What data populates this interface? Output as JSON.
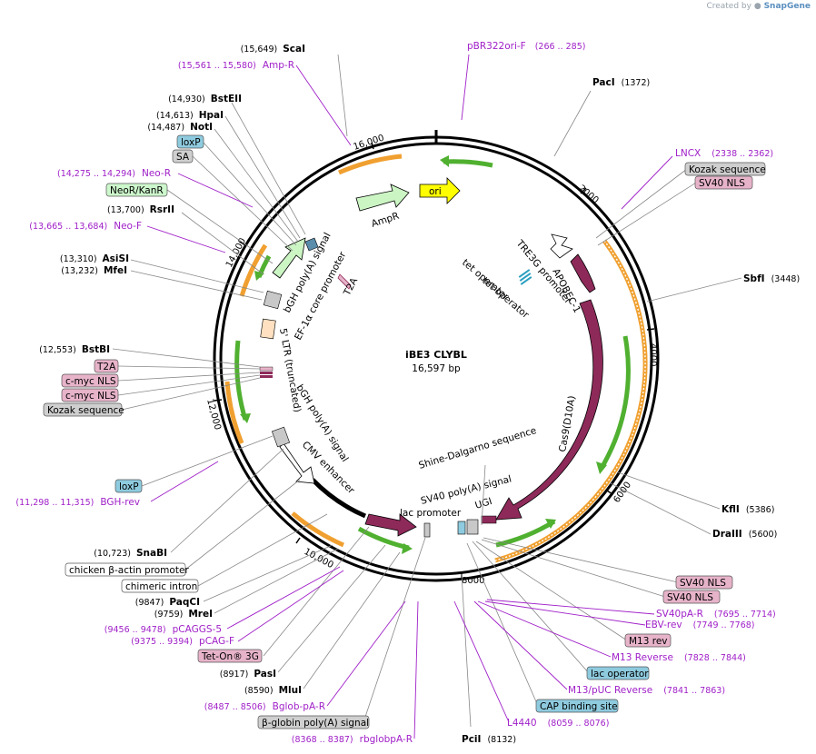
{
  "brand": {
    "prefix": "Created by",
    "name": "SnapGene"
  },
  "plasmid": {
    "name": "iBE3 CLYBL",
    "size": "16,597 bp",
    "length": 16597
  },
  "colors": {
    "line": "#888888",
    "primer": "#a020c8",
    "orange": "#f0a030",
    "green": "#50b030",
    "maroon": "#8e2a5a",
    "light_green": "#ccf5c4",
    "yellow": "#ffff00",
    "blue_box": "#8ecbdf",
    "pink_box": "#e7b3c9",
    "grey_box": "#cfcfcf",
    "mint_box": "#cdf7cc",
    "white_box": "#ffffff"
  },
  "ticks": [
    {
      "label": "2000",
      "bp": 2000
    },
    {
      "label": "4000",
      "bp": 4000
    },
    {
      "label": "6000",
      "bp": 6000
    },
    {
      "label": "8000",
      "bp": 8000
    },
    {
      "label": "10,000",
      "bp": 10000
    },
    {
      "label": "12,000",
      "bp": 12000
    },
    {
      "label": "14,000",
      "bp": 14000
    },
    {
      "label": "16,000",
      "bp": 16000
    }
  ],
  "enzymes": [
    {
      "name": "ScaI",
      "pos": "(15,649)",
      "side": "L",
      "bp": 15649
    },
    {
      "name": "BstEII",
      "pos": "(14,930)",
      "side": "L",
      "bp": 14930
    },
    {
      "name": "HpaI",
      "pos": "(14,613)",
      "side": "L",
      "bp": 14613
    },
    {
      "name": "NotI",
      "pos": "(14,487)",
      "side": "L",
      "bp": 14487
    },
    {
      "name": "RsrII",
      "pos": "(13,700)",
      "side": "L",
      "bp": 13700
    },
    {
      "name": "AsiSI",
      "pos": "(13,310)",
      "side": "L",
      "bp": 13310
    },
    {
      "name": "MfeI",
      "pos": "(13,232)",
      "side": "L",
      "bp": 13232
    },
    {
      "name": "BstBI",
      "pos": "(12,553)",
      "side": "L",
      "bp": 12553
    },
    {
      "name": "SnaBI",
      "pos": "(10,723)",
      "side": "L",
      "bp": 10723
    },
    {
      "name": "PaqCI",
      "pos": "(9847)",
      "side": "L",
      "bp": 9847
    },
    {
      "name": "MreI",
      "pos": "(9759)",
      "side": "L",
      "bp": 9759
    },
    {
      "name": "PasI",
      "pos": "(8917)",
      "side": "L",
      "bp": 8917
    },
    {
      "name": "MluI",
      "pos": "(8590)",
      "side": "L",
      "bp": 8590
    },
    {
      "name": "PacI",
      "pos": "(1372)",
      "side": "R",
      "bp": 1372
    },
    {
      "name": "SbfI",
      "pos": "(3448)",
      "side": "R",
      "bp": 3448
    },
    {
      "name": "KflI",
      "pos": "(5386)",
      "side": "R",
      "bp": 5386
    },
    {
      "name": "DraIII",
      "pos": "(5600)",
      "side": "R",
      "bp": 5600
    },
    {
      "name": "PciI",
      "pos": "(8132)",
      "side": "B",
      "bp": 8132
    }
  ],
  "primers": [
    {
      "name": "pBR322ori-F",
      "range": "(266 .. 285)",
      "bp": 266
    },
    {
      "name": "Amp-R",
      "range": "(15,561 .. 15,580)",
      "bp": 15570
    },
    {
      "name": "Neo-R",
      "range": "(14,275 .. 14,294)",
      "bp": 14285
    },
    {
      "name": "Neo-F",
      "range": "(13,665 .. 13,684)",
      "bp": 13675
    },
    {
      "name": "BGH-rev",
      "range": "(11,298 .. 11,315)",
      "bp": 11306
    },
    {
      "name": "pCAGGS-5",
      "range": "(9456 .. 9478)",
      "bp": 9467
    },
    {
      "name": "pCAG-F",
      "range": "(9375 .. 9394)",
      "bp": 9385
    },
    {
      "name": "Bglob-pA-R",
      "range": "(8487 .. 8506)",
      "bp": 8496
    },
    {
      "name": "rbglobpA-R",
      "range": "(8368 .. 8387)",
      "bp": 8377
    },
    {
      "name": "LNCX",
      "range": "(2338 .. 2362)",
      "bp": 2350
    },
    {
      "name": "SV40pA-R",
      "range": "(7695 .. 7714)",
      "bp": 7704
    },
    {
      "name": "EBV-rev",
      "range": "(7749 .. 7768)",
      "bp": 7758
    },
    {
      "name": "M13 Reverse",
      "range": "(7828 .. 7844)",
      "bp": 7836
    },
    {
      "name": "M13/pUC Reverse",
      "range": "(7841 .. 7863)",
      "bp": 7852
    },
    {
      "name": "L4440",
      "range": "(8059 .. 8076)",
      "bp": 8067
    }
  ],
  "boxed_features": [
    {
      "name": "loxP",
      "style": "blue",
      "bp": 14450
    },
    {
      "name": "SA",
      "style": "grey",
      "bp": 14400
    },
    {
      "name": "NeoR/KanR",
      "style": "mint",
      "bp": 14200
    },
    {
      "name": "T2A",
      "style": "pink",
      "bp": 12500
    },
    {
      "name": "c-myc NLS",
      "style": "pink",
      "bp": 12460
    },
    {
      "name": "c-myc NLS",
      "style": "pink",
      "bp": 12420
    },
    {
      "name": "Kozak sequence",
      "style": "grey",
      "bp": 12380
    },
    {
      "name": "loxP",
      "style": "blue",
      "bp": 11320
    },
    {
      "name": "chicken β-actin promoter",
      "style": "white",
      "bp": 10500
    },
    {
      "name": "chimeric intron",
      "style": "white",
      "bp": 9900
    },
    {
      "name": "Tet-On® 3G",
      "style": "pink",
      "bp": 9100
    },
    {
      "name": "β-globin poly(A) signal",
      "style": "grey",
      "bp": 8450
    },
    {
      "name": "Kozak sequence",
      "style": "grey",
      "bp": 2380
    },
    {
      "name": "SV40 NLS",
      "style": "pink",
      "bp": 2400
    },
    {
      "name": "SV40 NLS",
      "style": "pink",
      "bp": 7650
    },
    {
      "name": "SV40 NLS",
      "style": "pink",
      "bp": 7670
    },
    {
      "name": "M13 rev",
      "style": "purple",
      "bp": 7836
    },
    {
      "name": "lac operator",
      "style": "blue",
      "bp": 7870
    },
    {
      "name": "CAP binding site",
      "style": "blue",
      "bp": 7920
    }
  ],
  "inner_labels": [
    {
      "text": "ori"
    },
    {
      "text": "AmpR"
    },
    {
      "text": "TRE3G promoter"
    },
    {
      "text": "tet operator"
    },
    {
      "text": "tet operator"
    },
    {
      "text": "APOBEC-1"
    },
    {
      "text": "Cas9(D10A)"
    },
    {
      "text": "Shine-Dalgarno sequence"
    },
    {
      "text": "UGI"
    },
    {
      "text": "SV40 poly(A) signal"
    },
    {
      "text": "lac promoter"
    },
    {
      "text": "CMV enhancer"
    },
    {
      "text": "bGH poly(A) signal"
    },
    {
      "text": "bGH poly(A) signal"
    },
    {
      "text": "EF-1α core promoter"
    },
    {
      "text": "5' LTR (truncated)"
    },
    {
      "text": "T2A"
    }
  ]
}
